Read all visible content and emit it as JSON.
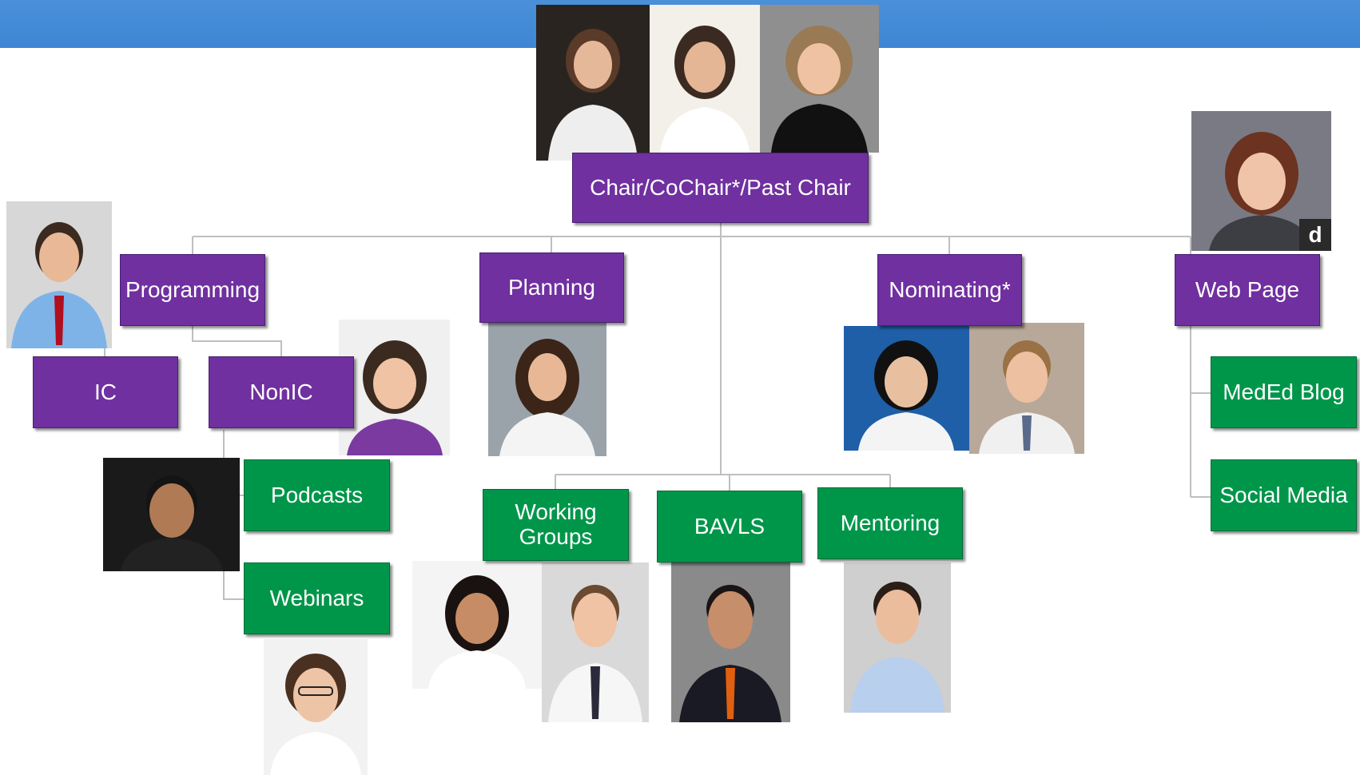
{
  "org_chart": {
    "top": {
      "label": "Chair/CoChair*/Past Chair"
    },
    "branches": {
      "programming": "Programming",
      "planning": "Planning",
      "nominating": "Nominating*",
      "web_page": "Web Page"
    },
    "sub_units": {
      "ic": "IC",
      "nonic": "NonIC",
      "podcasts": "Podcasts",
      "webinars": "Webinars",
      "working_groups": "Working Groups",
      "bavls": "BAVLS",
      "mentoring": "Mentoring",
      "meded_blog": "MedEd Blog",
      "social_media": "Social Media"
    },
    "photo_badge": "d"
  },
  "colors": {
    "header_bar": "#4a90d9",
    "purple_box": "#7030a0",
    "green_box": "#00964a",
    "connector": "#bfbfbf"
  }
}
